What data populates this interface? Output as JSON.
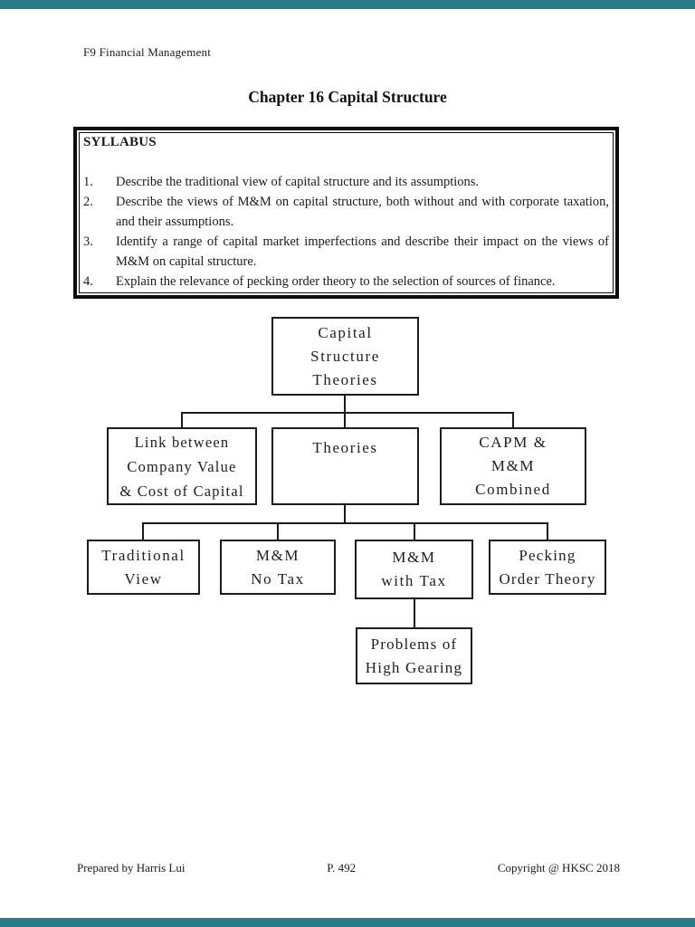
{
  "colors": {
    "viewer_background": "#2b7a8c"
  },
  "header": {
    "course": "F9 Financial Management"
  },
  "title": "Chapter 16 Capital Structure",
  "syllabus": {
    "heading": "SYLLABUS",
    "items": [
      {
        "num": "1.",
        "text": "Describe the traditional view of capital structure and its assumptions."
      },
      {
        "num": "2.",
        "text": "Describe the views of M&M on capital structure, both without and with corporate taxation, and their assumptions."
      },
      {
        "num": "3.",
        "text": "Identify a range of capital market imperfections and describe their impact on the views of M&M on capital structure."
      },
      {
        "num": "4.",
        "text": "Explain the relevance of pecking order theory to the selection of sources of finance."
      }
    ]
  },
  "diagram": {
    "boxes": {
      "root": {
        "label": "Capital\nStructure\nTheories"
      },
      "link": {
        "label": "Link between\nCompany Value\n& Cost of Capital"
      },
      "theories": {
        "label": "Theories"
      },
      "capm": {
        "label": "CAPM &\nM&M\nCombined"
      },
      "traditional": {
        "label": "Traditional\nView"
      },
      "mm_no_tax": {
        "label": "M&M\nNo Tax"
      },
      "mm_with_tax": {
        "label": "M&M\nwith Tax"
      },
      "pecking": {
        "label": "Pecking\nOrder Theory"
      },
      "gearing": {
        "label": "Problems of\nHigh Gearing"
      }
    }
  },
  "footer": {
    "left": "Prepared by Harris Lui",
    "center": "P. 492",
    "right": "Copyright @ HKSC 2018"
  }
}
